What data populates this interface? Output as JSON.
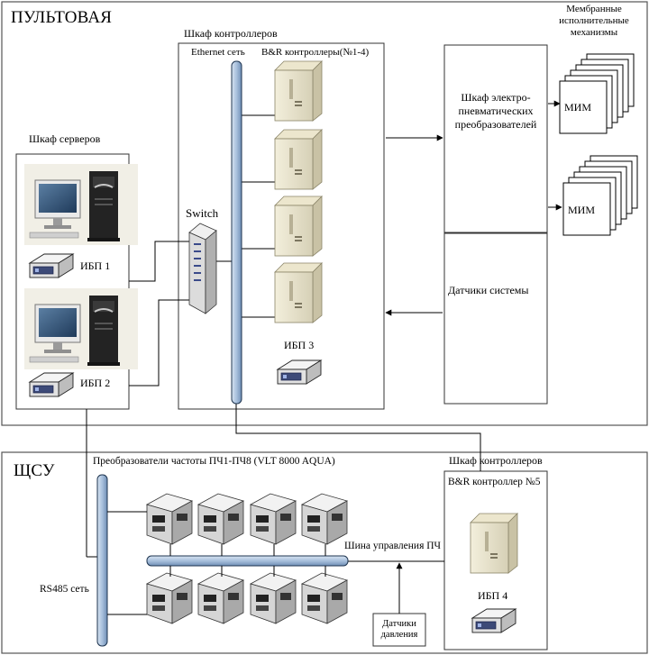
{
  "sections": {
    "top_title": "ПУЛЬТОВАЯ",
    "bottom_title": "ЩСУ"
  },
  "server_cabinet": {
    "title": "Шкаф серверов",
    "ups1": "ИБП 1",
    "ups2": "ИБП 2"
  },
  "controller_cabinet": {
    "title": "Шкаф контроллеров",
    "ethernet_label": "Ethernet сеть",
    "controllers_label": "B&R контроллеры(№1-4)",
    "switch_label": "Switch",
    "ups3": "ИБП 3"
  },
  "pneumatic": {
    "converters_label": "Шкаф электро-пневматических преобразователей",
    "sensors_label": "Датчики системы"
  },
  "actuators": {
    "title": "Мембранные исполнительные механизмы",
    "mim1": "МИМ",
    "mim2": "МИМ"
  },
  "shchsu": {
    "converters_label": "Преобразователи частоты ПЧ1-ПЧ8 (VLT 8000 AQUA)",
    "bus_label": "Шина управления ПЧ",
    "rs485_label": "RS485 сеть",
    "pressure_sensors": "Датчики давления"
  },
  "controller_cabinet_5": {
    "title": "Шкаф контроллеров",
    "controller_label": "B&R контроллер №5",
    "ups4": "ИБП 4"
  },
  "colors": {
    "bus_fill": "#b9cde5",
    "bus_stroke": "#1f3550",
    "frame_stroke": "#555555",
    "inner_stroke": "#333333"
  }
}
